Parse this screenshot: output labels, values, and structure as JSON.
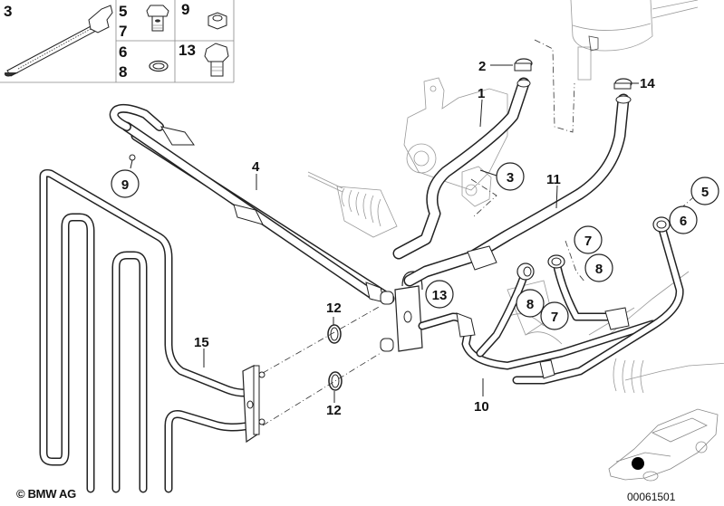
{
  "legend": {
    "cells": [
      {
        "numbers": [
          "3"
        ],
        "part": "cable-tie"
      },
      {
        "numbers": [
          "5",
          "7"
        ],
        "part": "hollow-bolt"
      },
      {
        "numbers": [
          "9"
        ],
        "part": "hex-nut"
      },
      {
        "numbers": [
          "6",
          "8"
        ],
        "part": "seal-ring"
      },
      {
        "numbers": [
          "13"
        ],
        "part": "hex-bolt"
      }
    ]
  },
  "callouts": {
    "plain": [
      {
        "id": "1",
        "part": "suction-hose"
      },
      {
        "id": "2",
        "part": "hose-clamp"
      },
      {
        "id": "4",
        "part": "expansion-hose-line"
      },
      {
        "id": "10",
        "part": "return-pipe"
      },
      {
        "id": "11",
        "part": "return-hose"
      },
      {
        "id": "12a",
        "label": "12",
        "part": "seal-ring-upper"
      },
      {
        "id": "12b",
        "label": "12",
        "part": "seal-ring-lower"
      },
      {
        "id": "14",
        "part": "hose-clamp"
      },
      {
        "id": "15",
        "part": "radiator-cooling-coil"
      }
    ],
    "circled": [
      {
        "label": "9",
        "part": "hex-nut"
      },
      {
        "label": "3",
        "part": "cable-tie"
      },
      {
        "label": "5",
        "part": "hollow-bolt"
      },
      {
        "label": "6",
        "part": "seal-ring"
      },
      {
        "label": "7",
        "part": "hollow-bolt-upper"
      },
      {
        "label": "8",
        "part": "seal-ring-upper"
      },
      {
        "label": "13",
        "part": "hex-bolt"
      },
      {
        "label": "8",
        "part": "seal-ring-lower"
      },
      {
        "label": "7",
        "part": "hollow-bolt-lower"
      }
    ]
  },
  "footer": {
    "copyright": "© BMW AG",
    "diagram_id": "00061501"
  },
  "colors": {
    "line": "#222222",
    "ghost": "#999999",
    "background": "#ffffff"
  }
}
